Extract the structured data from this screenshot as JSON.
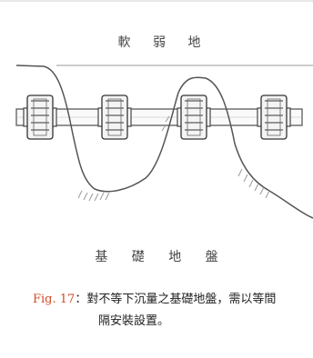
{
  "diagram": {
    "top_label": "軟 弱 地",
    "bottom_label": "基 礎 地 盤"
  },
  "caption": {
    "fig_num": "Fig. 17",
    "sep": "：",
    "line1": "對不等下沉量之基礎地盤，需以等間",
    "line2": "隔安裝設置。"
  },
  "colors": {
    "caption_fig": "#d24a2a",
    "line": "#555555",
    "coupling": "#444444"
  }
}
